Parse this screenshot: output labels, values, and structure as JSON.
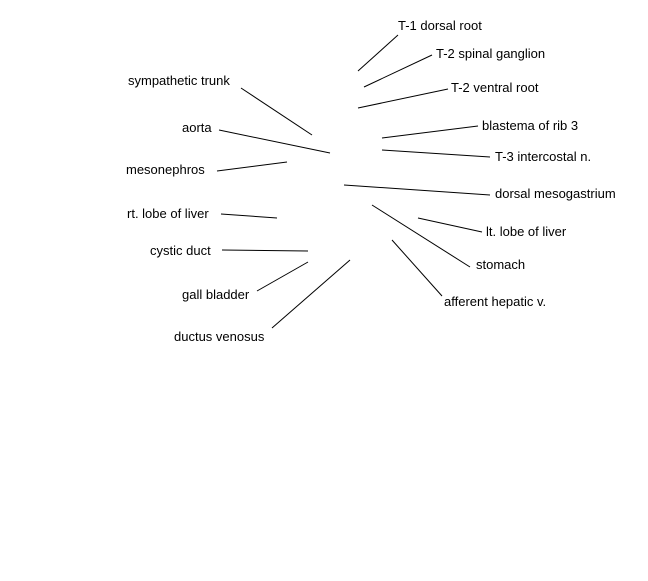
{
  "labels": {
    "t1_dorsal_root": "T-1 dorsal root",
    "t2_spinal_ganglion": "T-2 spinal ganglion",
    "t2_ventral_root": "T-2 ventral root",
    "blastema_rib3": "blastema of rib 3",
    "t3_intercostal": "T-3 intercostal n.",
    "dorsal_mesogastrium": "dorsal mesogastrium",
    "lt_lobe_liver": "lt. lobe of liver",
    "stomach": "stomach",
    "afferent_hepatic": "afferent hepatic v.",
    "sympathetic_trunk": "sympathetic trunk",
    "aorta": "aorta",
    "mesonephros": "mesonephros",
    "rt_lobe_liver": "rt. lobe of liver",
    "cystic_duct": "cystic duct",
    "gall_bladder": "gall bladder",
    "ductus_venosus": "ductus venosus"
  },
  "colors": {
    "line": "#000000",
    "text": "#000000",
    "background": "#ffffff"
  }
}
